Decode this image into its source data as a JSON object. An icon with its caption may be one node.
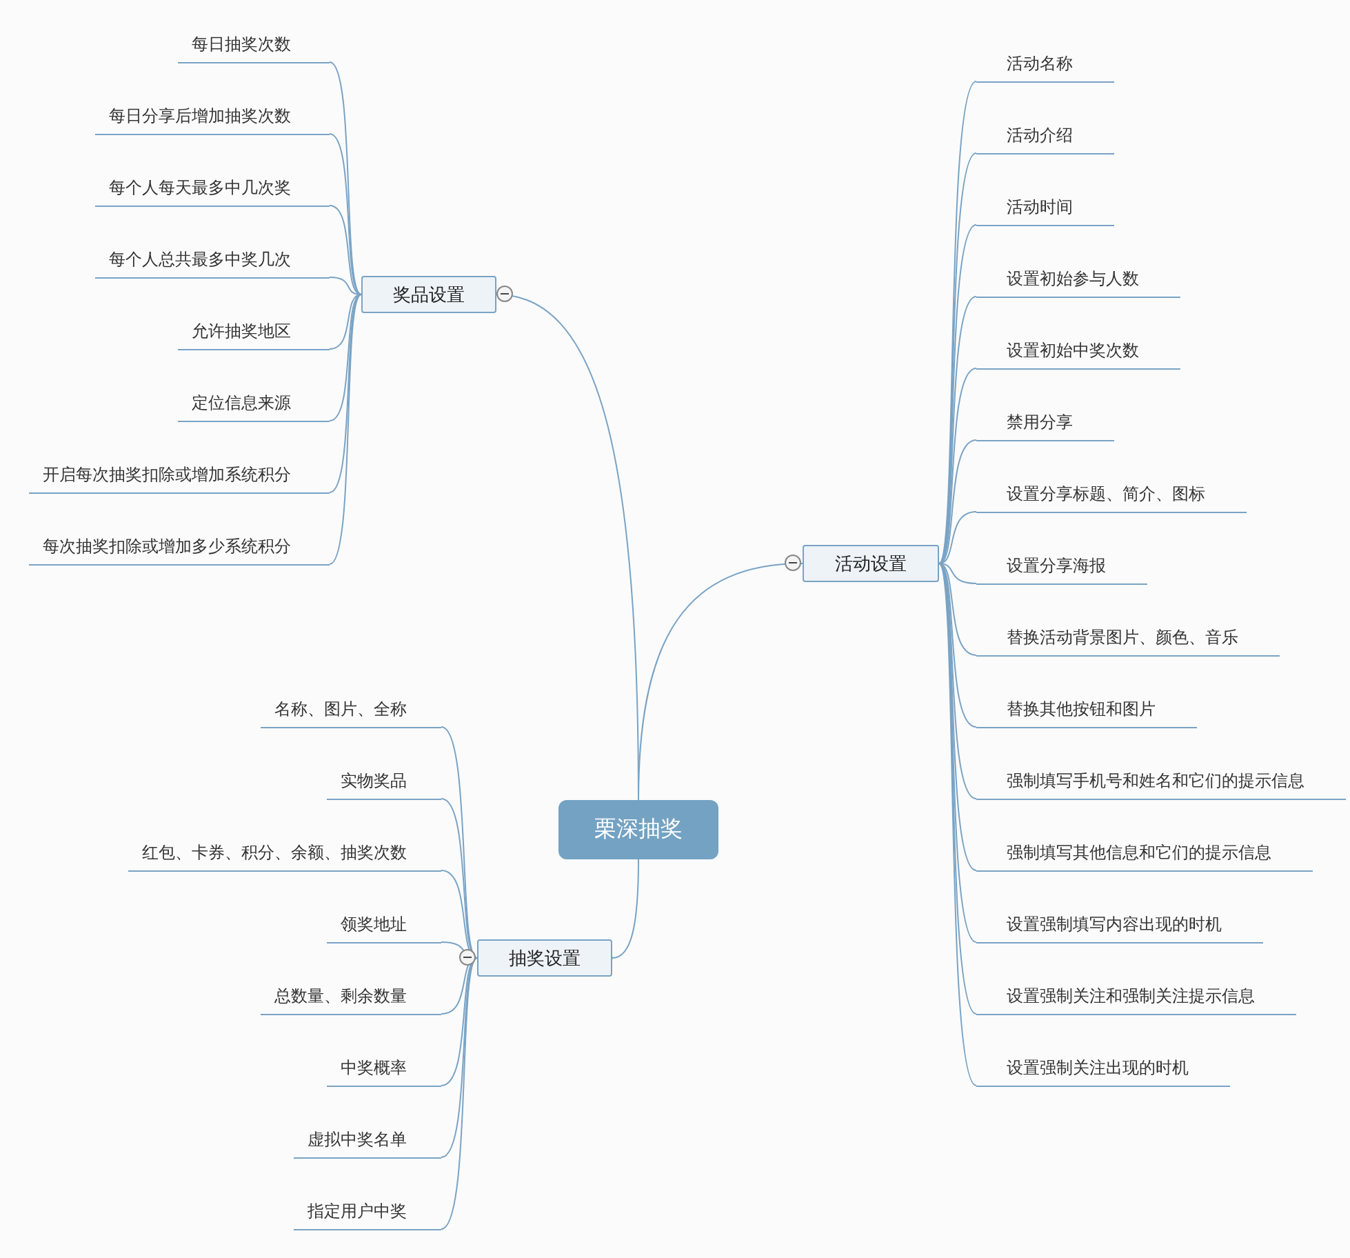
{
  "diagram": {
    "nodes": [
      {
        "text": [
          "栗深抽奖"
        ]
      },
      {
        "text": [
          "奖品设置"
        ]
      },
      {
        "text": [
          "每日抽奖次数"
        ]
      },
      {
        "text": [
          "每日分享后增加抽奖次数"
        ]
      },
      {
        "text": [
          "每个人每天最多中几次奖"
        ]
      },
      {
        "text": [
          "每个人总共最多中奖几次"
        ]
      },
      {
        "text": [
          "允许抽奖地区"
        ]
      },
      {
        "text": [
          "定位信息来源"
        ]
      },
      {
        "text": [
          "开启每次抽奖扣除或增加系统积分"
        ]
      },
      {
        "text": [
          "每次抽奖扣除或增加多少系统积分"
        ]
      },
      {
        "text": [
          "活动设置"
        ]
      },
      {
        "text": [
          "活动名称"
        ]
      },
      {
        "text": [
          "活动介绍"
        ]
      },
      {
        "text": [
          "活动时间"
        ]
      },
      {
        "text": [
          "设置初始参与人数"
        ]
      },
      {
        "text": [
          "设置初始中奖次数"
        ]
      },
      {
        "text": [
          "禁用分享"
        ]
      },
      {
        "text": [
          "设置分享标题、简介、图标"
        ]
      },
      {
        "text": [
          "设置分享海报"
        ]
      },
      {
        "text": [
          "替换活动背景图片、颜色、音乐"
        ]
      },
      {
        "text": [
          "替换其他按钮和图片"
        ]
      },
      {
        "text": [
          "强制填写手机号和姓名和它们的提示信息"
        ]
      },
      {
        "text": [
          "强制填写其他信息和它们的提示信息"
        ]
      },
      {
        "text": [
          "设置强制填写内容出现的时机"
        ]
      },
      {
        "text": [
          "设置强制关注和强制关注提示信息"
        ]
      },
      {
        "text": [
          "设置强制关注出现的时机"
        ]
      },
      {
        "text": [
          "抽奖设置"
        ]
      },
      {
        "text": [
          "名称、图片、全称"
        ]
      },
      {
        "text": [
          "实物奖品"
        ]
      },
      {
        "text": [
          "红包、卡券、积分、余额、抽奖次数"
        ]
      },
      {
        "text": [
          "领奖地址"
        ]
      },
      {
        "text": [
          "总数量、剩余数量"
        ]
      },
      {
        "text": [
          "中奖概率"
        ]
      },
      {
        "text": [
          "虚拟中奖名单"
        ]
      },
      {
        "text": [
          "指定用户中奖"
        ]
      }
    ],
    "edges": [
      {
        "from": 0,
        "to": 1,
        "arrow": "none"
      },
      {
        "from": 1,
        "to": 2,
        "arrow": "none"
      },
      {
        "from": 1,
        "to": 3,
        "arrow": "none"
      },
      {
        "from": 1,
        "to": 4,
        "arrow": "none"
      },
      {
        "from": 1,
        "to": 5,
        "arrow": "none"
      },
      {
        "from": 1,
        "to": 6,
        "arrow": "none"
      },
      {
        "from": 1,
        "to": 7,
        "arrow": "none"
      },
      {
        "from": 1,
        "to": 8,
        "arrow": "none"
      },
      {
        "from": 1,
        "to": 9,
        "arrow": "none"
      },
      {
        "from": 0,
        "to": 10,
        "arrow": "none"
      },
      {
        "from": 10,
        "to": 11,
        "arrow": "none"
      },
      {
        "from": 10,
        "to": 12,
        "arrow": "none"
      },
      {
        "from": 10,
        "to": 13,
        "arrow": "none"
      },
      {
        "from": 10,
        "to": 14,
        "arrow": "none"
      },
      {
        "from": 10,
        "to": 15,
        "arrow": "none"
      },
      {
        "from": 10,
        "to": 16,
        "arrow": "none"
      },
      {
        "from": 10,
        "to": 17,
        "arrow": "none"
      },
      {
        "from": 10,
        "to": 18,
        "arrow": "none"
      },
      {
        "from": 10,
        "to": 19,
        "arrow": "none"
      },
      {
        "from": 10,
        "to": 20,
        "arrow": "none"
      },
      {
        "from": 10,
        "to": 21,
        "arrow": "none"
      },
      {
        "from": 10,
        "to": 22,
        "arrow": "none"
      },
      {
        "from": 10,
        "to": 23,
        "arrow": "none"
      },
      {
        "from": 10,
        "to": 24,
        "arrow": "none"
      },
      {
        "from": 10,
        "to": 25,
        "arrow": "none"
      },
      {
        "from": 0,
        "to": 26,
        "arrow": "other"
      },
      {
        "from": 26,
        "to": 27,
        "arrow": "none"
      },
      {
        "from": 26,
        "to": 28,
        "arrow": "none"
      },
      {
        "from": 26,
        "to": 29,
        "arrow": "none"
      },
      {
        "from": 26,
        "to": 30,
        "arrow": "none"
      },
      {
        "from": 26,
        "to": 31,
        "arrow": "none"
      },
      {
        "from": 26,
        "to": 32,
        "arrow": "none"
      },
      {
        "from": 26,
        "to": 33,
        "arrow": "none"
      },
      {
        "from": 26,
        "to": 34,
        "arrow": "none"
      }
    ]
  }
}
